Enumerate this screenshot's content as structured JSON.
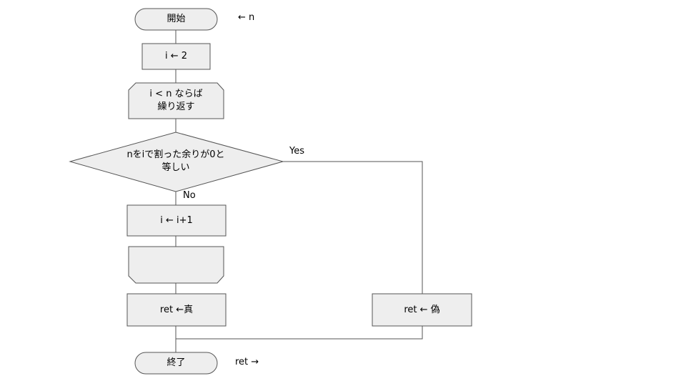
{
  "flowchart": {
    "start": {
      "label": "開始",
      "input_note": "← n"
    },
    "init": {
      "label": "i ← 2"
    },
    "loop_begin": {
      "label": "i < n ならば\n繰り返す"
    },
    "decision": {
      "label": "nをiで割った余りが0と\n等しい",
      "yes_label": "Yes",
      "no_label": "No"
    },
    "increment": {
      "label": "i ← i+1"
    },
    "loop_end": {
      "label": ""
    },
    "return_true": {
      "label": "ret ←真"
    },
    "return_false": {
      "label": "ret ← 偽"
    },
    "end": {
      "label": "終了",
      "output_note": "ret →"
    }
  },
  "colors": {
    "shape_fill": "#eeeeee",
    "stroke": "#555555",
    "text": "#000000"
  }
}
